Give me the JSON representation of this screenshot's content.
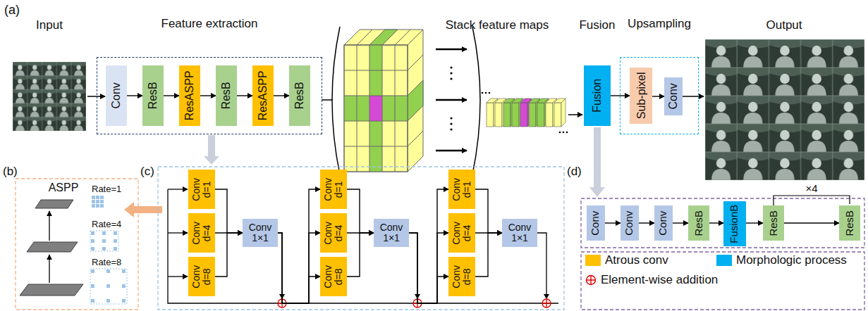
{
  "diagram": {
    "nodes": [
      {
        "text": [
          "Feature extraction"
        ]
      },
      {
        "text": [
          "Conv"
        ],
        "in": 0
      },
      {
        "text": [
          "ResB"
        ],
        "in": 0
      },
      {
        "text": [
          "ResASPP"
        ],
        "in": 0
      },
      {
        "text": [
          "ResB"
        ],
        "in": 0
      },
      {
        "text": [
          "ResASPP"
        ],
        "in": 0
      },
      {
        "text": [
          "ResB"
        ],
        "in": 0
      },
      {
        "text": [
          "Fusion"
        ]
      },
      {
        "text": [
          "Upsampling"
        ]
      },
      {
        "text": [
          "Sub-pixel"
        ],
        "in": 8
      },
      {
        "text": [
          "Conv"
        ],
        "in": 8
      },
      {
        "text": [
          "Conv d=1"
        ]
      },
      {
        "text": [
          "Conv d=4"
        ]
      },
      {
        "text": [
          "Conv d=8"
        ]
      },
      {
        "text": [
          "Conv 1×1"
        ]
      },
      {
        "text": [
          "Conv d=1"
        ]
      },
      {
        "text": [
          "Conv d=4"
        ]
      },
      {
        "text": [
          "Conv d=8"
        ]
      },
      {
        "text": [
          "Conv 1×1"
        ]
      },
      {
        "text": [
          "Conv d=1"
        ]
      },
      {
        "text": [
          "Conv d=4"
        ]
      },
      {
        "text": [
          "Conv d=8"
        ]
      },
      {
        "text": [
          "Conv 1×1"
        ]
      },
      {
        "text": [
          "Conv"
        ]
      },
      {
        "text": [
          "Conv"
        ]
      },
      {
        "text": [
          "Conv"
        ]
      },
      {
        "text": [
          "ResB"
        ]
      },
      {
        "text": [
          "FusionB"
        ]
      },
      {
        "text": [
          "ResB"
        ]
      },
      {
        "text": [
          "ResB"
        ]
      }
    ],
    "edges": [
      {
        "from": 1,
        "to": 2,
        "arrow": "to"
      },
      {
        "from": 2,
        "to": 3,
        "arrow": "to"
      },
      {
        "from": 3,
        "to": 4,
        "arrow": "to"
      },
      {
        "from": 4,
        "to": 5,
        "arrow": "to"
      },
      {
        "from": 5,
        "to": 6,
        "arrow": "to"
      },
      {
        "from": 7,
        "to": 9,
        "arrow": "to"
      },
      {
        "from": 9,
        "to": 10,
        "arrow": "to"
      },
      {
        "from": 11,
        "to": 14,
        "arrow": "to"
      },
      {
        "from": 12,
        "to": 14,
        "arrow": "to"
      },
      {
        "from": 13,
        "to": 14,
        "arrow": "to"
      },
      {
        "from": 14,
        "to": 15,
        "arrow": "to"
      },
      {
        "from": 14,
        "to": 16,
        "arrow": "to"
      },
      {
        "from": 14,
        "to": 17,
        "arrow": "to"
      },
      {
        "from": 15,
        "to": 18,
        "arrow": "to"
      },
      {
        "from": 16,
        "to": 18,
        "arrow": "to"
      },
      {
        "from": 17,
        "to": 18,
        "arrow": "to"
      },
      {
        "from": 18,
        "to": 19,
        "arrow": "to"
      },
      {
        "from": 18,
        "to": 20,
        "arrow": "to"
      },
      {
        "from": 18,
        "to": 21,
        "arrow": "to"
      },
      {
        "from": 19,
        "to": 22,
        "arrow": "to"
      },
      {
        "from": 20,
        "to": 22,
        "arrow": "to"
      },
      {
        "from": 21,
        "to": 22,
        "arrow": "to"
      },
      {
        "from": 23,
        "to": 24,
        "arrow": "to"
      },
      {
        "from": 24,
        "to": 25,
        "arrow": "to"
      },
      {
        "from": 25,
        "to": 26,
        "arrow": "to"
      },
      {
        "from": 26,
        "to": 27,
        "arrow": "to"
      },
      {
        "from": 27,
        "to": 28,
        "arrow": "to"
      },
      {
        "from": 28,
        "to": 29,
        "arrow": "to"
      }
    ],
    "labels": [
      "(a)",
      "Input",
      "Stack feature maps",
      "Fusion",
      "Output",
      "(b)",
      "ASPP",
      "Rate=1",
      "Rate=4",
      "Rate=8",
      "(c)",
      "(d)",
      "×4"
    ],
    "legend": [
      {
        "text": "Atrous conv",
        "color": "#FFC000"
      },
      {
        "text": "Morphologic process",
        "color": "#00B0F0"
      },
      {
        "text": "Element-wise addition"
      }
    ]
  }
}
